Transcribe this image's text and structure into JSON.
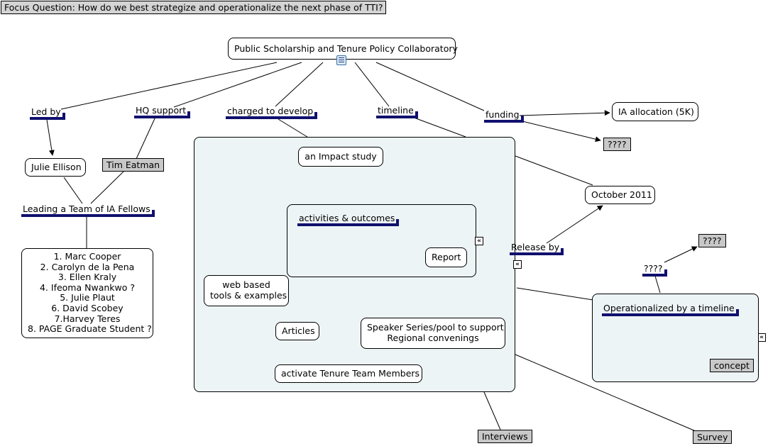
{
  "focus_question": "Focus Question: How do we best strategize and operationalize the next phase of TTI?",
  "root": "Public Scholarship and Tenure Policy Collaboratory",
  "root_icon": "document-icon",
  "links": {
    "led_by": "Led by",
    "hq_support": "HQ support",
    "charged": "charged to develop",
    "timeline": "timeline",
    "funding": "funding",
    "leading_team": "Leading a Team of IA Fellows",
    "activities": "activities & outcomes",
    "release_by": "Release by",
    "qq_link": "????",
    "operationalized": "Operationalized by a timeline"
  },
  "nodes": {
    "julie_ellison": "Julie Ellison",
    "tim_eatman": "Tim Eatman",
    "fellows_list": "1. Marc Cooper\n2. Carolyn de la Pena\n3. Ellen Kraly\n4. Ifeoma Nwankwo ?\n5. Julie Plaut\n6. David Scobey\n7.Harvey Teres\n8. PAGE Graduate Student ?",
    "impact_study": "an Impact study",
    "report": "Report",
    "web_tools": "web based\ntools & examples",
    "articles": "Articles",
    "speaker_series": "Speaker Series/pool to support\nRegional convenings",
    "activate": "activate Tenure Team Members",
    "ia_allocation": "IA allocation (5K)",
    "funding_qq": "????",
    "october": "October 2011",
    "op_qq": "????",
    "concept": "concept",
    "interviews": "Interviews",
    "survey": "Survey"
  },
  "colors": {
    "link_underline": "#10106e",
    "group_fill": "#edf4f6",
    "grey_node": "#c8c8c8"
  }
}
